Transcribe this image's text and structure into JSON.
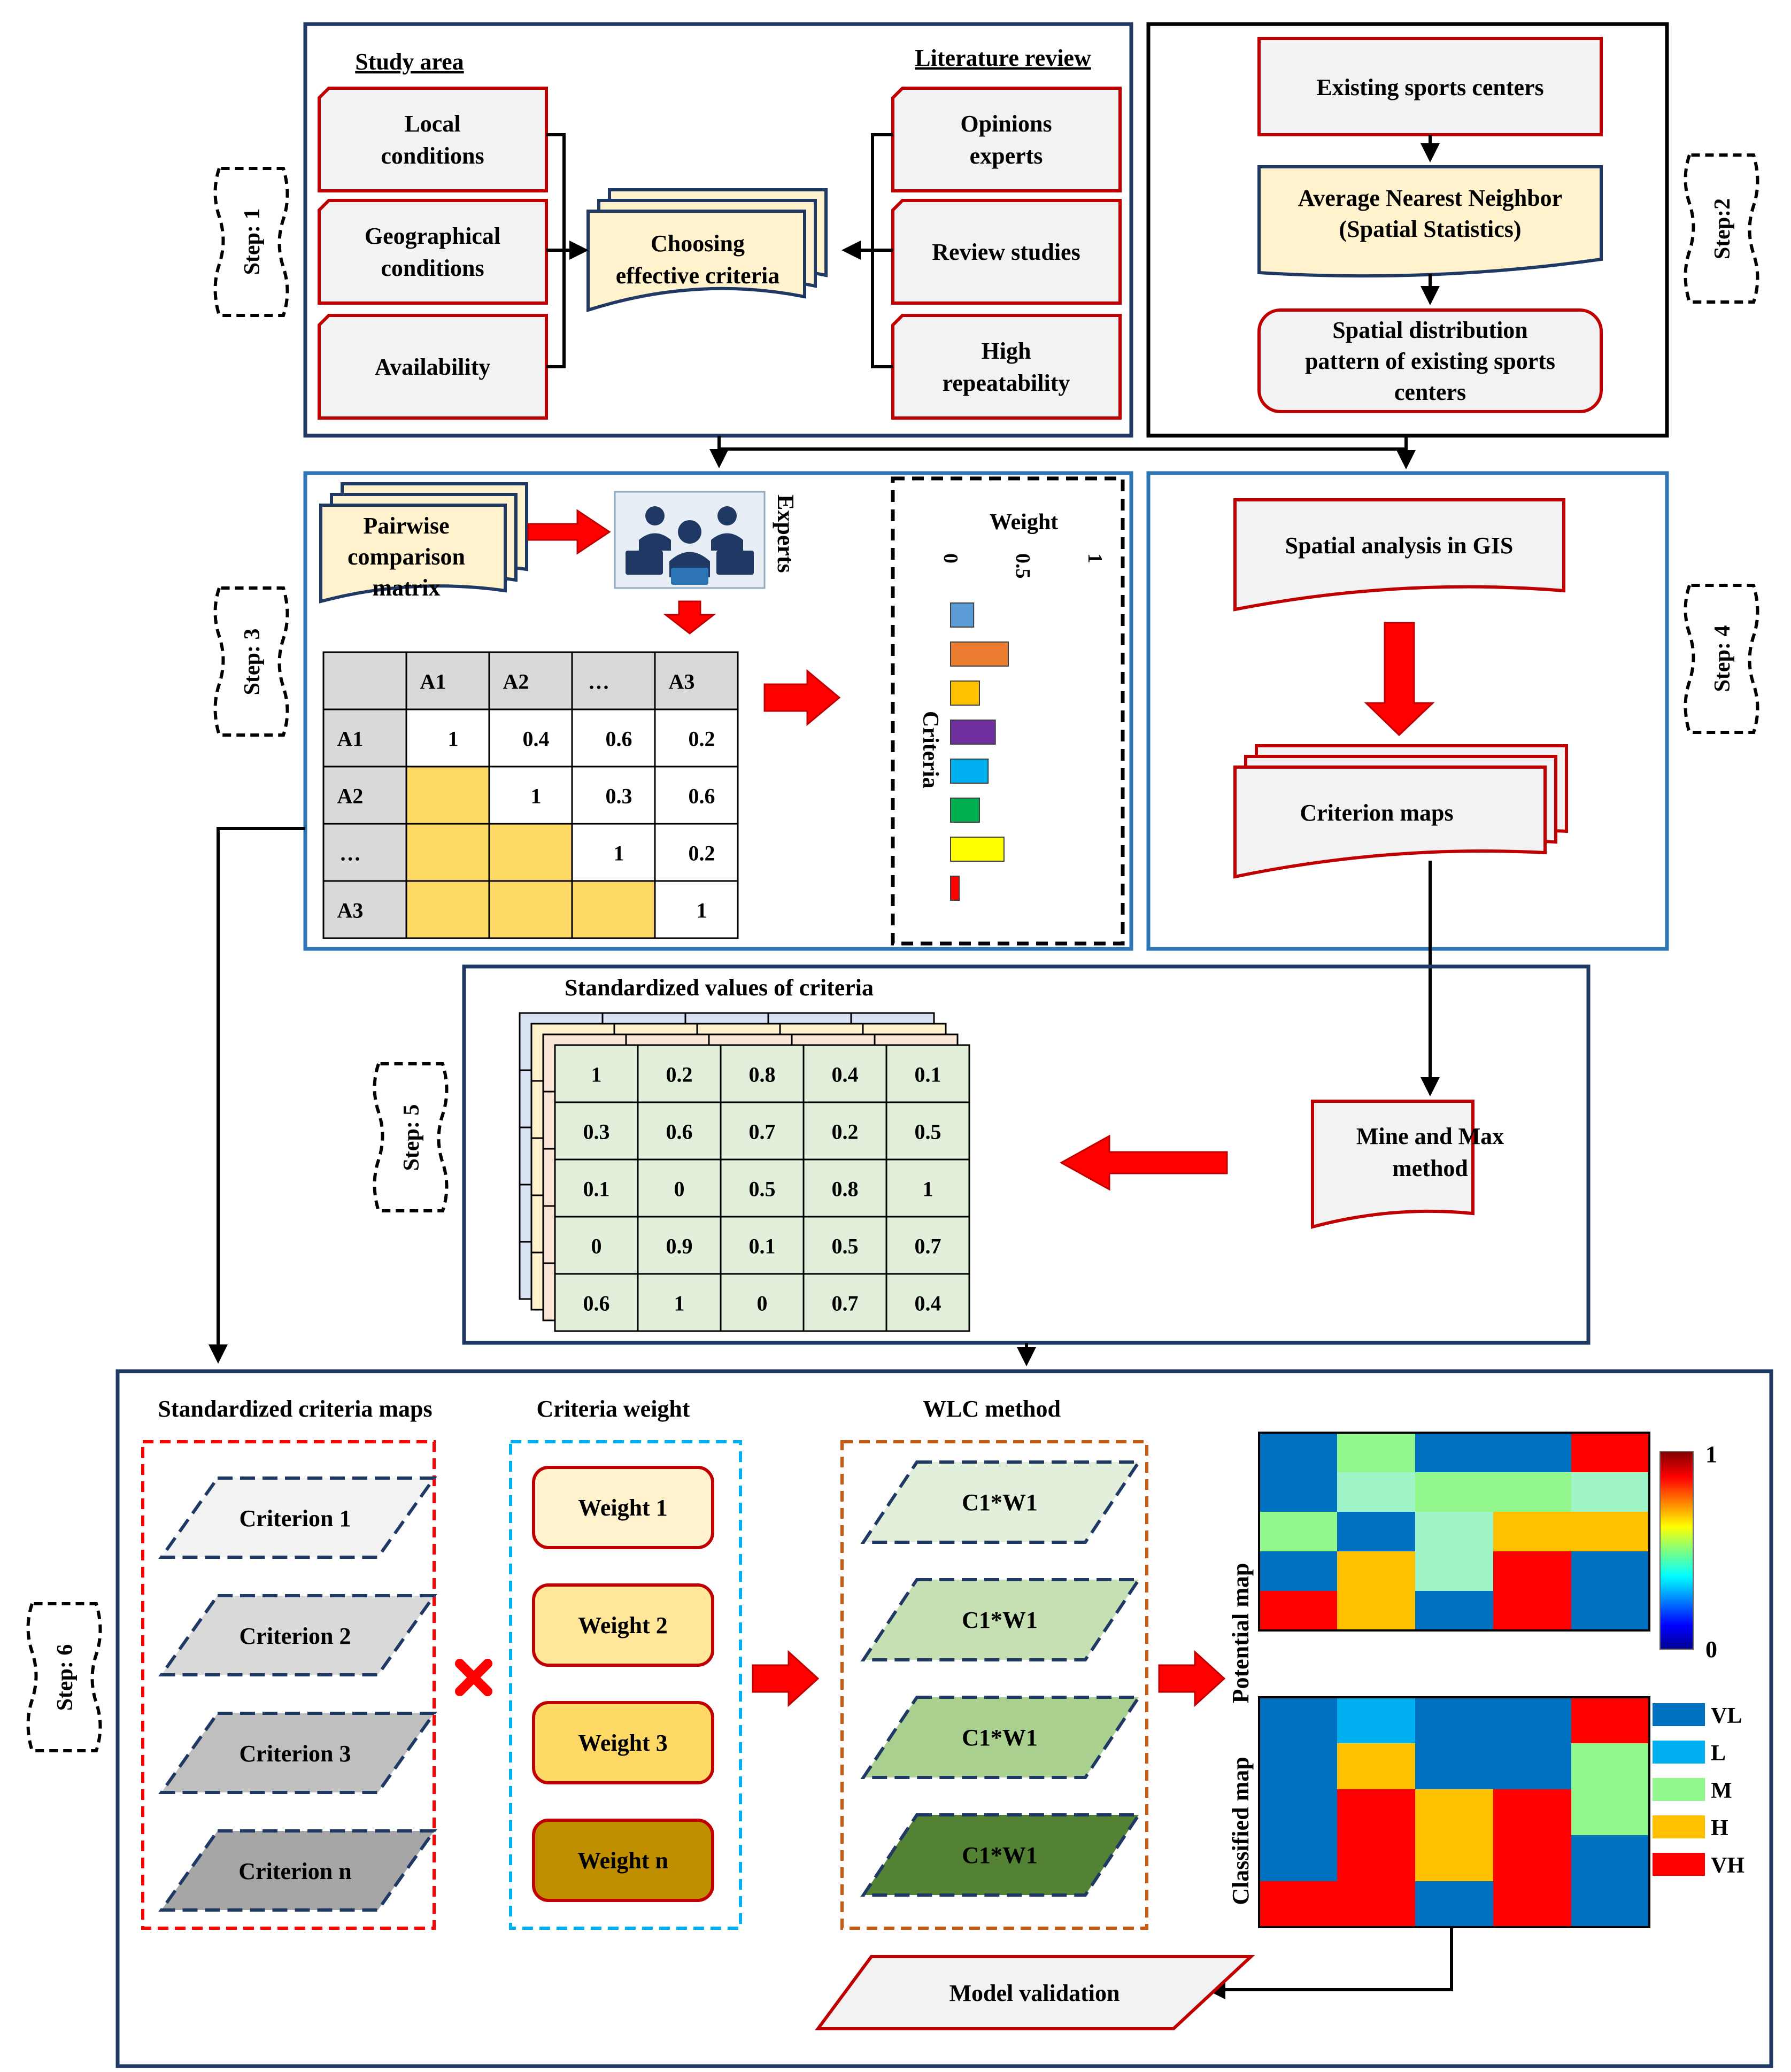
{
  "step1": {
    "step_label": "Step: 1",
    "study_area_title": "Study area",
    "literature_title": "Literature review",
    "left_boxes": [
      [
        "Local",
        "conditions"
      ],
      [
        "Geographical",
        "conditions"
      ],
      [
        "Availability"
      ]
    ],
    "center_box": [
      "Choosing",
      "effective criteria"
    ],
    "right_boxes": [
      [
        "Opinions",
        "experts"
      ],
      [
        "Review studies"
      ],
      [
        "High",
        "repeatability"
      ]
    ]
  },
  "step2": {
    "step_label": "Step:2",
    "box1": "Existing sports centers",
    "box2": [
      "Average Nearest Neighbor",
      "(Spatial Statistics)"
    ],
    "box3": [
      "Spatial distribution",
      "pattern of existing sports",
      "centers"
    ]
  },
  "step3": {
    "step_label": "Step: 3",
    "pairwise": [
      "Pairwise",
      "comparison",
      "matrix"
    ],
    "experts_label": "Experts",
    "matrix": {
      "headers": [
        "",
        "A1",
        "A2",
        "…",
        "A3"
      ],
      "rows": [
        [
          "A1",
          "1",
          "0.4",
          "0.6",
          "0.2"
        ],
        [
          "A2",
          "",
          "1",
          "0.3",
          "0.6"
        ],
        [
          "…",
          "",
          "",
          "1",
          "0.2"
        ],
        [
          "A3",
          "",
          "",
          "",
          "1"
        ]
      ]
    }
  },
  "chart_data": {
    "type": "bar",
    "xlabel": "Weight",
    "ylabel": "Criteria",
    "xlim": [
      0,
      1
    ],
    "ticks": [
      "0",
      "0.5",
      "1"
    ],
    "values": [
      0.16,
      0.4,
      0.2,
      0.31,
      0.26,
      0.2,
      0.37,
      0.06
    ],
    "colors": [
      "#5b9bd5",
      "#ed7d31",
      "#ffc000",
      "#7030a0",
      "#00b0f0",
      "#00b050",
      "#ffff00",
      "#ff0000"
    ]
  },
  "step4": {
    "step_label": "Step: 4",
    "box1": "Spatial analysis in GIS",
    "box2": "Criterion maps"
  },
  "step5": {
    "step_label": "Step: 5",
    "title": "Standardized values of criteria",
    "method": [
      "Mine and Max",
      "method"
    ],
    "table": [
      [
        "1",
        "0.2",
        "0.8",
        "0.4",
        "0.1"
      ],
      [
        "0.3",
        "0.6",
        "0.7",
        "0.2",
        "0.5"
      ],
      [
        "0.1",
        "0",
        "0.5",
        "0.8",
        "1"
      ],
      [
        "0",
        "0.9",
        "0.1",
        "0.5",
        "0.7"
      ],
      [
        "0.6",
        "1",
        "0",
        "0.7",
        "0.4"
      ]
    ]
  },
  "step6": {
    "step_label": "Step: 6",
    "col1_title": "Standardized criteria maps",
    "col2_title": "Criteria weight",
    "col3_title": "WLC method",
    "criteria": [
      "Criterion 1",
      "Criterion 2",
      "Criterion 3",
      "Criterion n"
    ],
    "criteria_colors": [
      "#f2f2f2",
      "#d9d9d9",
      "#bfbfbf",
      "#a6a6a6"
    ],
    "weights": [
      "Weight 1",
      "Weight 2",
      "Weight 3",
      "Weight n"
    ],
    "weight_colors": [
      "#fff2cc",
      "#ffe699",
      "#ffd966",
      "#bf8f00"
    ],
    "wlc": [
      "C1*W1",
      "C1*W1",
      "C1*W1",
      "C1*W1"
    ],
    "wlc_colors": [
      "#e2efda",
      "#c6e0b4",
      "#a9d08e",
      "#548235"
    ],
    "potential_label": "Potential map",
    "classified_label": "Classified map",
    "colorbar_max": "1",
    "colorbar_min": "0",
    "potential_grid": [
      [
        "#0070c0",
        "#92f78c",
        "#0070c0",
        "#0070c0",
        "#ff0000"
      ],
      [
        "#0070c0",
        "#9ff5c8",
        "#92f78c",
        "#92f78c",
        "#9ff5c8"
      ],
      [
        "#92f78c",
        "#0070c0",
        "#9ff5c8",
        "#ffc000",
        "#ffc000"
      ],
      [
        "#0070c0",
        "#ffc000",
        "#9ff5c8",
        "#ff0000",
        "#0070c0"
      ],
      [
        "#ff0000",
        "#ffc000",
        "#0070c0",
        "#ff0000",
        "#0070c0"
      ]
    ],
    "classified_grid": [
      [
        "#0070c0",
        "#00b0f0",
        "#0070c0",
        "#0070c0",
        "#ff0000"
      ],
      [
        "#0070c0",
        "#ffc000",
        "#0070c0",
        "#0070c0",
        "#92f78c"
      ],
      [
        "#0070c0",
        "#ff0000",
        "#ffc000",
        "#ff0000",
        "#92f78c"
      ],
      [
        "#0070c0",
        "#ff0000",
        "#ffc000",
        "#ff0000",
        "#0070c0"
      ],
      [
        "#ff0000",
        "#ff0000",
        "#0070c0",
        "#ff0000",
        "#0070c0"
      ]
    ],
    "legend": [
      {
        "label": "VL",
        "color": "#0070c0"
      },
      {
        "label": "L",
        "color": "#00b0f0"
      },
      {
        "label": "M",
        "color": "#92f78c"
      },
      {
        "label": "H",
        "color": "#ffc000"
      },
      {
        "label": "VH",
        "color": "#ff0000"
      }
    ],
    "validation": "Model validation"
  }
}
